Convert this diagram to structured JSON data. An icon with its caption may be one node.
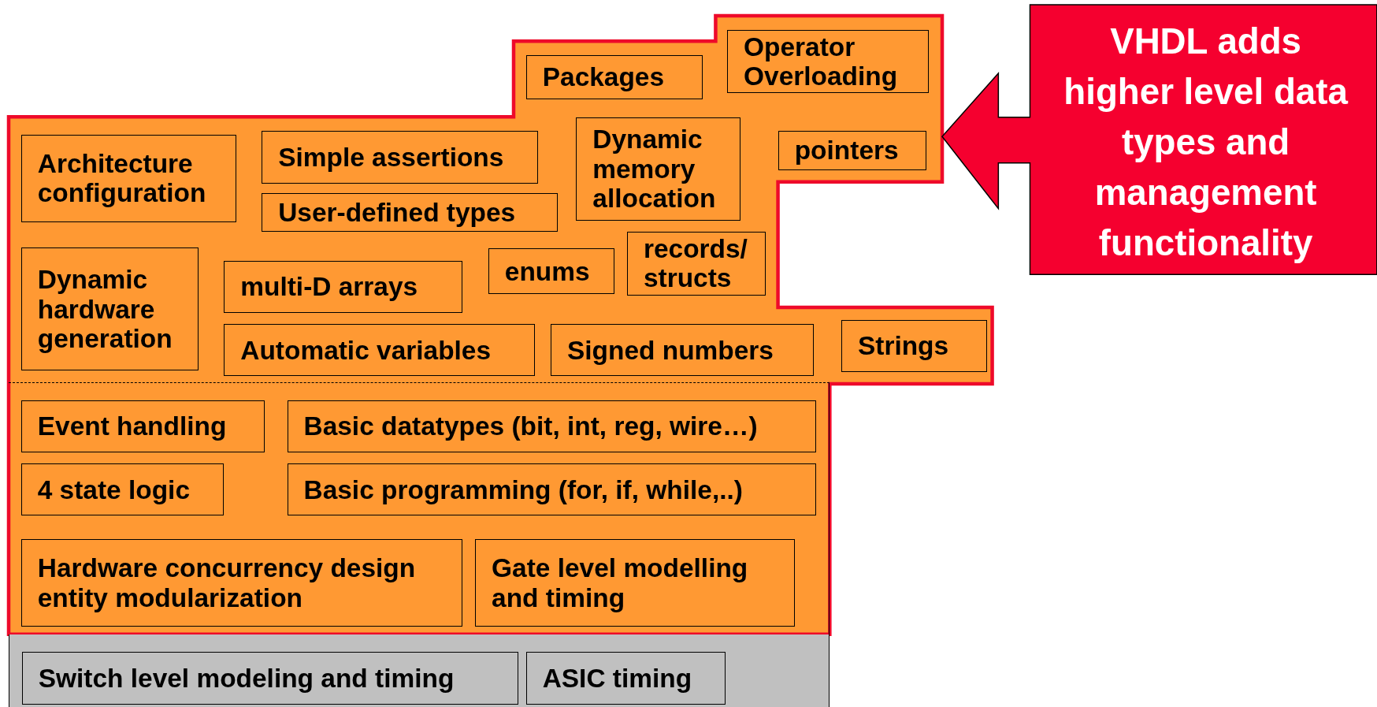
{
  "diagram": {
    "nodes": [
      {
        "text": [],
        "shape": "box"
      },
      {
        "text": [
          "Packages"
        ],
        "in": 0
      },
      {
        "text": [
          "Operator Overloading"
        ],
        "in": 0
      },
      {
        "text": [
          "Architecture configuration"
        ],
        "in": 0
      },
      {
        "text": [
          "Simple assertions"
        ],
        "in": 0
      },
      {
        "text": [
          "Dynamic memory allocation"
        ],
        "in": 0
      },
      {
        "text": [
          "pointers"
        ],
        "in": 0
      },
      {
        "text": [
          "User-defined types"
        ],
        "in": 0
      },
      {
        "text": [
          "Dynamic hardware generation"
        ],
        "in": 0
      },
      {
        "text": [
          "records/ structs"
        ],
        "in": 0
      },
      {
        "text": [
          "enums"
        ],
        "in": 0
      },
      {
        "text": [
          "multi-D arrays"
        ],
        "in": 0
      },
      {
        "text": [
          "Automatic variables"
        ],
        "in": 0
      },
      {
        "text": [
          "Signed numbers"
        ],
        "in": 0
      },
      {
        "text": [
          "Strings"
        ],
        "in": 0
      },
      {
        "text": [],
        "shape": "box",
        "in": 0
      },
      {
        "text": [
          "Event handling"
        ],
        "in": 15
      },
      {
        "text": [
          "Basic datatypes (bit, int, reg, wire…)"
        ],
        "in": 15
      },
      {
        "text": [
          "4 state logic"
        ],
        "in": 15
      },
      {
        "text": [
          "Basic programming (for, if, while,..)"
        ],
        "in": 15
      },
      {
        "text": [
          "Hardware concurrency design entity modularization"
        ],
        "in": 15
      },
      {
        "text": [
          "Gate level modelling and timing"
        ],
        "in": 15
      },
      {
        "text": [],
        "shape": "box"
      },
      {
        "text": [
          "Switch level modeling and timing"
        ],
        "in": 22
      },
      {
        "text": [
          "ASIC timing"
        ],
        "in": 22
      },
      {
        "text": [
          "VHDL adds higher level data types and management functionality"
        ]
      }
    ],
    "edges": []
  }
}
